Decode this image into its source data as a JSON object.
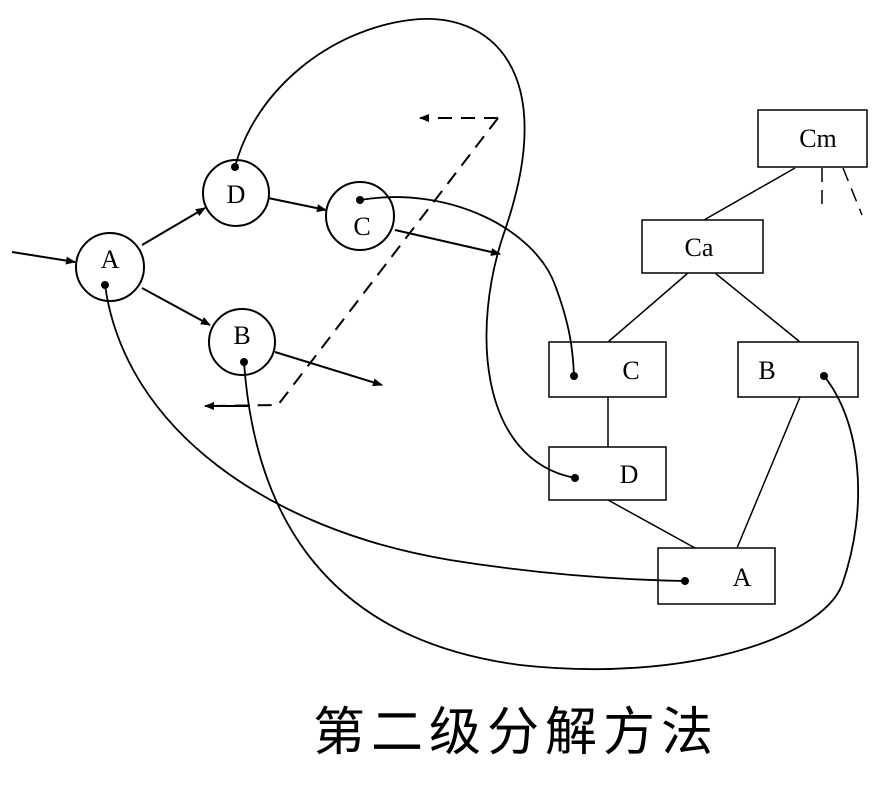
{
  "graph": {
    "nodes": {
      "A": "A",
      "B": "B",
      "C": "C",
      "D": "D"
    }
  },
  "tree": {
    "cm": "Cm",
    "ca": "Ca",
    "c": "C",
    "b": "B",
    "d": "D",
    "a": "A"
  },
  "caption": "第二级分解方法"
}
